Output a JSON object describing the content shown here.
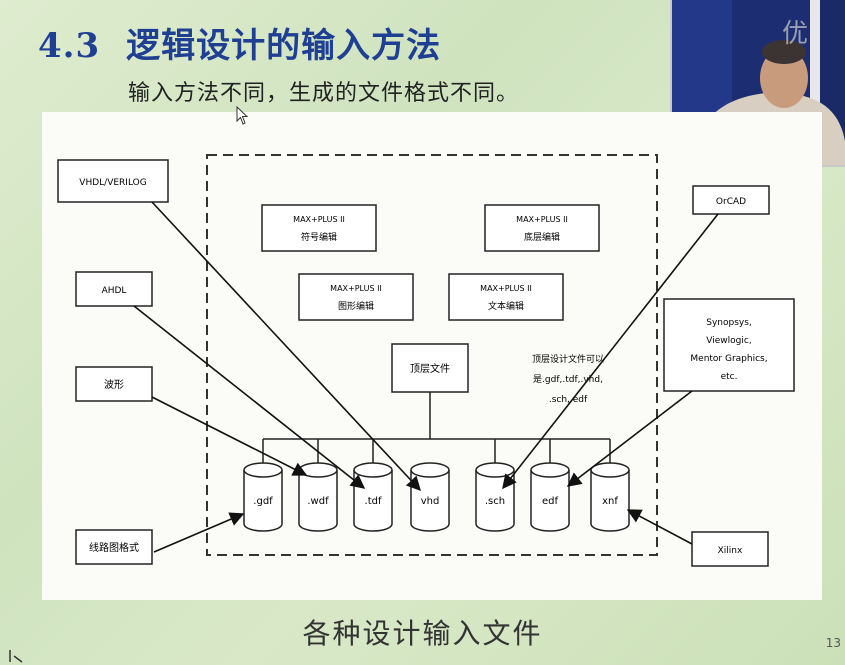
{
  "slide": {
    "number": "4.3",
    "title": "逻辑设计的输入方法",
    "subtitle": "输入方法不同，生成的文件格式不同。",
    "caption": "各种设计输入文件",
    "page_number": "13"
  },
  "video_overlay": {
    "watermark": "优"
  },
  "diagram": {
    "left_inputs": [
      "VHDL/VERILOG",
      "AHDL",
      "波形",
      "线路图格式"
    ],
    "right_inputs": [
      "OrCAD",
      "Synopsys,",
      "Viewlogic,",
      "Mentor Graphics,",
      "etc.",
      "Xilinx"
    ],
    "editors": [
      [
        "MAX+PLUS II",
        "符号编辑"
      ],
      [
        "MAX+PLUS II",
        "底层编辑"
      ],
      [
        "MAX+PLUS II",
        "图形编辑"
      ],
      [
        "MAX+PLUS II",
        "文本编辑"
      ]
    ],
    "top_file": "顶层文件",
    "note": [
      "顶层设计文件可以",
      "是.gdf,.tdf,.vhd,",
      ".sch,.edf"
    ],
    "files": [
      ".gdf",
      ".wdf",
      ".tdf",
      "vhd",
      ".sch",
      "edf",
      "xnf"
    ]
  }
}
